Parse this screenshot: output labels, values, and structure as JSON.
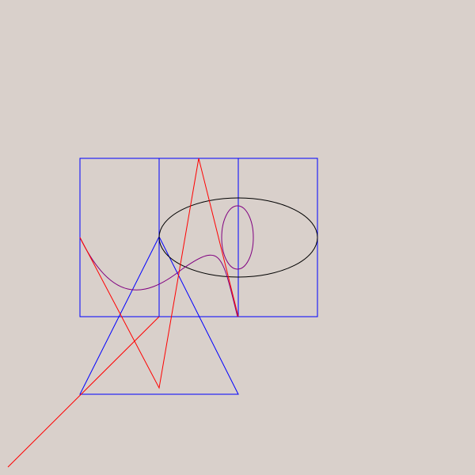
{
  "colors": {
    "background": "#d9d0cb",
    "blue": "#0000ff",
    "red": "#ff0000",
    "black": "#000000",
    "purple": "#800080"
  },
  "shapes": [
    {
      "name": "left-blue-rectangle",
      "kind": "rectangle",
      "color": "blue"
    },
    {
      "name": "middle-blue-rectangle",
      "kind": "rectangle",
      "color": "blue"
    },
    {
      "name": "right-blue-rectangle",
      "kind": "rectangle",
      "color": "blue"
    },
    {
      "name": "blue-triangle",
      "kind": "triangle",
      "color": "blue"
    },
    {
      "name": "black-ellipse",
      "kind": "ellipse",
      "color": "black"
    },
    {
      "name": "purple-small-ellipse",
      "kind": "ellipse",
      "color": "purple"
    },
    {
      "name": "purple-curve",
      "kind": "curve",
      "color": "purple"
    },
    {
      "name": "red-zigzag-polyline",
      "kind": "polyline",
      "color": "red"
    },
    {
      "name": "red-diagonal-line",
      "kind": "line",
      "color": "red"
    }
  ]
}
